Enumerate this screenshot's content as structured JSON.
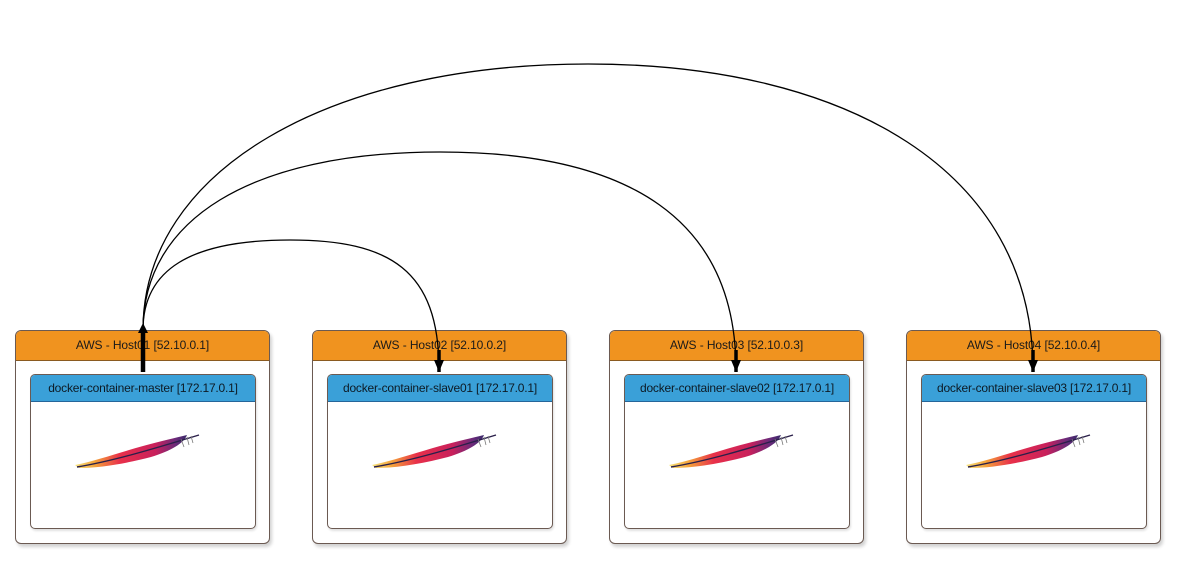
{
  "hosts": [
    {
      "label": "AWS - Host01 [52.10.0.1]",
      "container": "docker-container-master [172.17.0.1]",
      "icon": "apache-feather-icon"
    },
    {
      "label": "AWS - Host02 [52.10.0.2]",
      "container": "docker-container-slave01 [172.17.0.1]",
      "icon": "apache-feather-icon"
    },
    {
      "label": "AWS - Host03 [52.10.0.3]",
      "container": "docker-container-slave02 [172.17.0.1]",
      "icon": "apache-feather-icon"
    },
    {
      "label": "AWS - Host04 [52.10.0.4]",
      "container": "docker-container-slave03 [172.17.0.1]",
      "icon": "apache-feather-icon"
    }
  ],
  "edges": [
    {
      "from": "docker-container-master",
      "to": "docker-container-slave01"
    },
    {
      "from": "docker-container-master",
      "to": "docker-container-slave02"
    },
    {
      "from": "docker-container-master",
      "to": "docker-container-slave03"
    }
  ],
  "colors": {
    "host_header": "#f0931f",
    "container_header": "#3aa0d8",
    "border": "#6b5a52",
    "edge": "#000000"
  }
}
